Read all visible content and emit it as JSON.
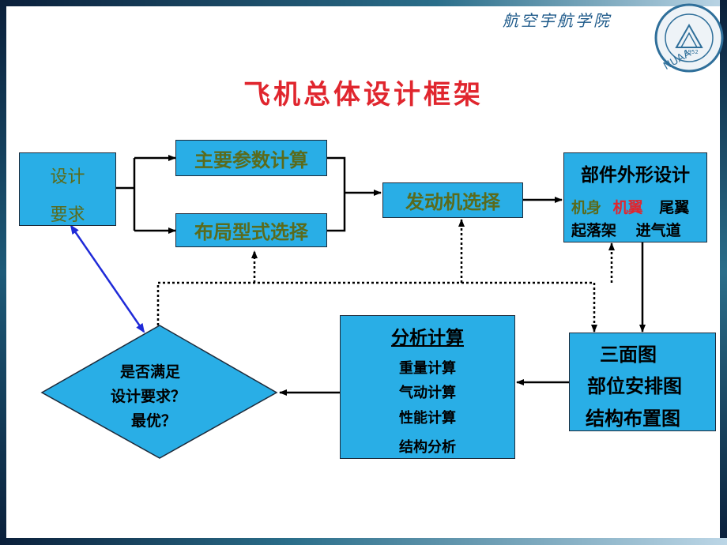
{
  "header": {
    "school": "航空宇航学院",
    "logo_year": "1952",
    "logo_initials": "NUAA"
  },
  "title": "飞机总体设计框架",
  "nodes": {
    "design_req": {
      "line1": "设计",
      "line2": "要求"
    },
    "main_params": "主要参数计算",
    "layout_select": "布局型式选择",
    "engine_select": "发动机选择",
    "component_design": {
      "heading": "部件外形设计",
      "fuselage": "机身",
      "wing": "机翼",
      "tail": "尾翼",
      "landing_gear": "起落架",
      "inlet": "进气道"
    },
    "drawings": {
      "line1": "三面图",
      "line2": "部位安排图",
      "line3": "结构布置图"
    },
    "analysis": {
      "heading": "分析计算",
      "items": [
        "重量计算",
        "气动计算",
        "性能计算",
        "结构分析"
      ]
    },
    "decision": {
      "line1": "是否满足",
      "line2": "设计要求？",
      "line3": "最优？"
    }
  },
  "colors": {
    "box_fill": "#29aee6",
    "title": "#e0262e",
    "accent_red": "#e0262e",
    "olive_text": "#5a6b1c",
    "feedback_arrow": "#1f2ad8"
  }
}
